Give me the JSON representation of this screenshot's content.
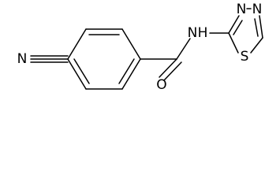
{
  "molecule": {
    "atoms": {
      "nitrile_n": "N",
      "carbonyl_o": "O",
      "amide_n": "N",
      "amide_h": "H",
      "ring_s": "S",
      "ring_n1": "N",
      "ring_n2": "N"
    }
  }
}
